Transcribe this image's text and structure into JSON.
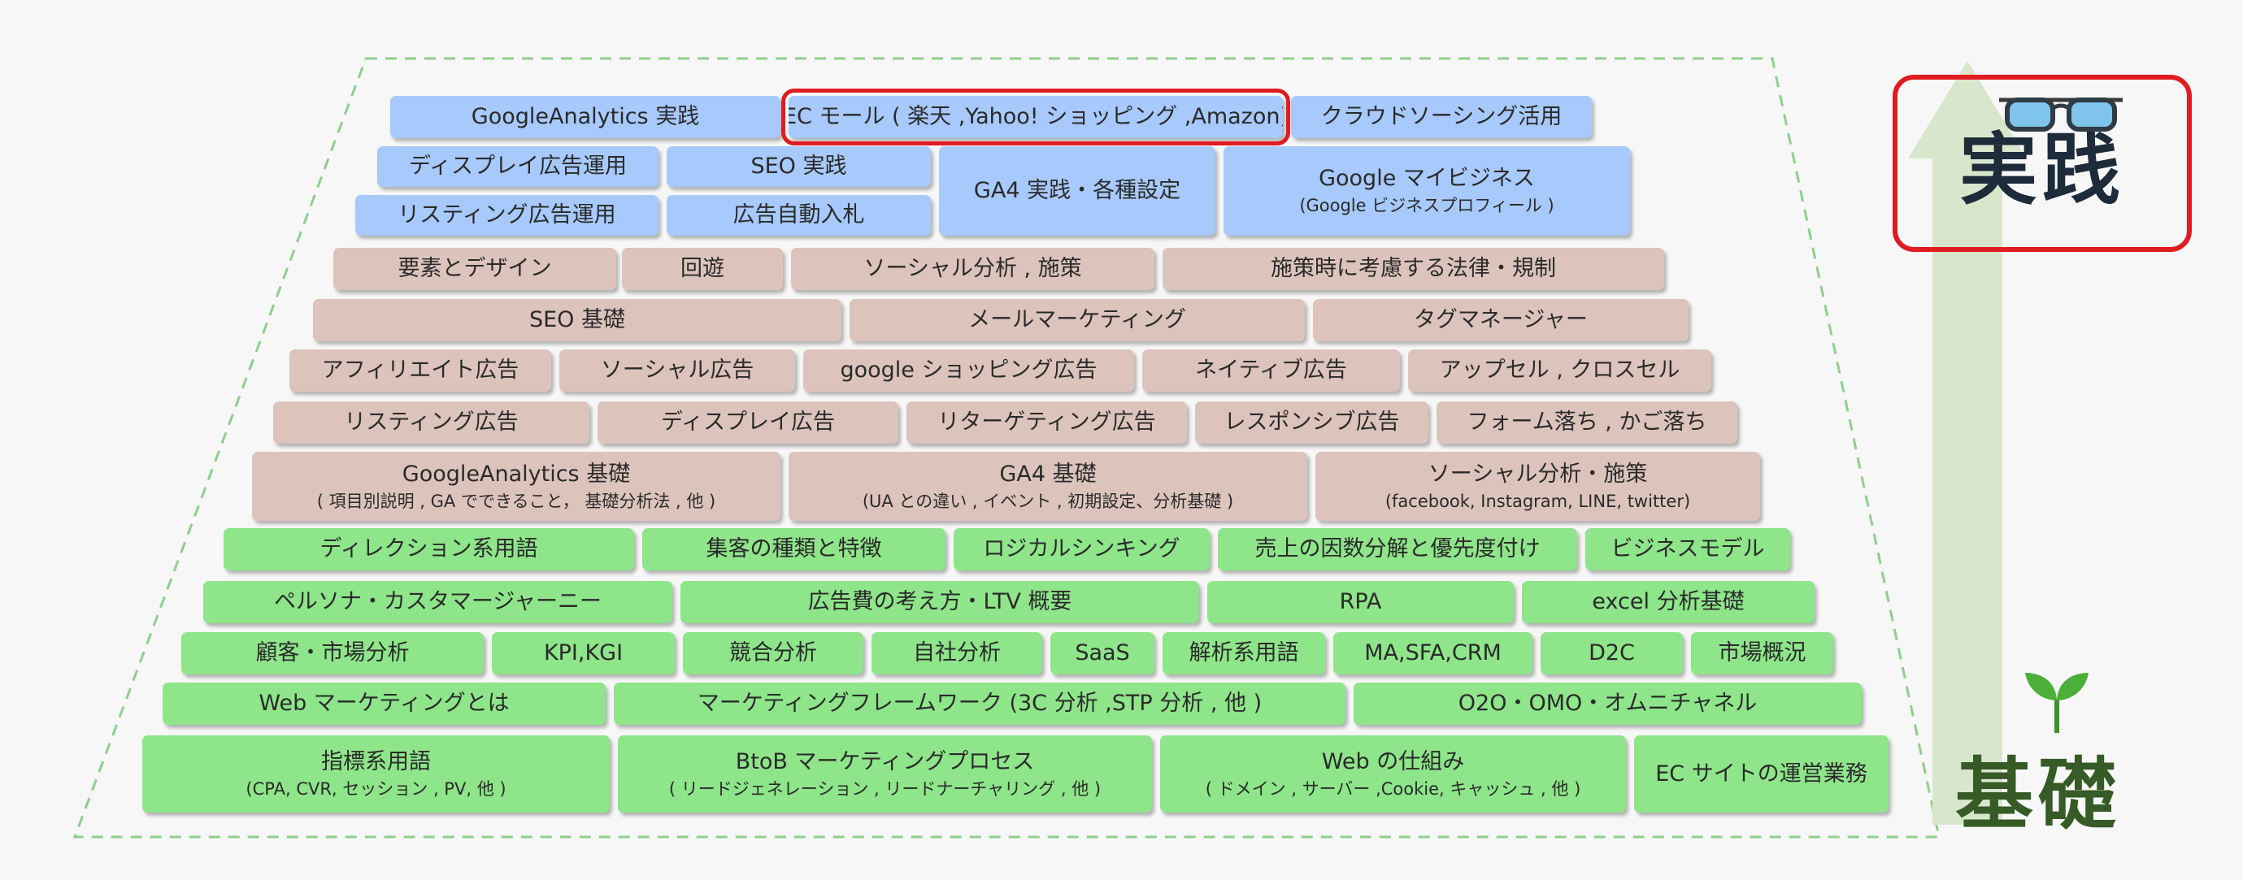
{
  "colors": {
    "practice_tier": "#a7c9fb",
    "intermediate_tier": "#dcc4bd",
    "foundation_tier": "#8ee58a",
    "highlight_border": "#e11b22",
    "frame_dash": "#8fcf8c",
    "arrow": "#d8e6cc"
  },
  "labels": {
    "practice": "実践",
    "foundation": "基礎"
  },
  "icons": {
    "top": "glasses-icon",
    "bottom": "sprout-icon"
  },
  "rows": [
    [
      {
        "name": "box-google-analytics-practice",
        "tier": "blue",
        "text": "GoogleAnalytics 実践"
      },
      {
        "name": "box-ec-mall",
        "tier": "blue",
        "text": "EC モール ( 楽天 ,Yahoo! ショッピング ,Amazon)",
        "highlight": true
      },
      {
        "name": "box-crowdsourcing",
        "tier": "blue",
        "text": "クラウドソーシング活用"
      }
    ],
    [
      {
        "name": "box-display-ad-operation",
        "tier": "blue",
        "text": "ディスプレイ広告運用"
      },
      {
        "name": "box-seo-practice",
        "tier": "blue",
        "text": "SEO 実践"
      },
      {
        "name": "box-ga4-practice",
        "tier": "blue",
        "text": "GA4 実践・各種設定"
      },
      {
        "name": "box-google-my-business",
        "tier": "blue",
        "text": "Google マイビジネス",
        "sub": "(Google ビジネスプロフィール )"
      }
    ],
    [
      {
        "name": "box-listing-ad-operation",
        "tier": "blue",
        "text": "リスティング広告運用"
      },
      {
        "name": "box-auto-bidding",
        "tier": "blue",
        "text": "広告自動入札"
      }
    ],
    [
      {
        "name": "box-elements-design",
        "tier": "brown",
        "text": "要素とデザイン"
      },
      {
        "name": "box-navigation",
        "tier": "brown",
        "text": "回遊"
      },
      {
        "name": "box-social-analysis-measures",
        "tier": "brown",
        "text": "ソーシャル分析 , 施策"
      },
      {
        "name": "box-laws-regulations",
        "tier": "brown",
        "text": "施策時に考慮する法律・規制"
      }
    ],
    [
      {
        "name": "box-seo-basics",
        "tier": "brown",
        "text": "SEO 基礎"
      },
      {
        "name": "box-email-marketing",
        "tier": "brown",
        "text": "メールマーケティング"
      },
      {
        "name": "box-tag-manager",
        "tier": "brown",
        "text": "タグマネージャー"
      }
    ],
    [
      {
        "name": "box-affiliate-ad",
        "tier": "brown",
        "text": "アフィリエイト広告"
      },
      {
        "name": "box-social-ad",
        "tier": "brown",
        "text": "ソーシャル広告"
      },
      {
        "name": "box-google-shopping-ad",
        "tier": "brown",
        "text": "google ショッピング広告"
      },
      {
        "name": "box-native-ad",
        "tier": "brown",
        "text": "ネイティブ広告"
      },
      {
        "name": "box-upsell-crosssell",
        "tier": "brown",
        "text": "アップセル , クロスセル"
      }
    ],
    [
      {
        "name": "box-listing-ad",
        "tier": "brown",
        "text": "リスティング広告"
      },
      {
        "name": "box-display-ad",
        "tier": "brown",
        "text": "ディスプレイ広告"
      },
      {
        "name": "box-retargeting-ad",
        "tier": "brown",
        "text": "リターゲティング広告"
      },
      {
        "name": "box-responsive-ad",
        "tier": "brown",
        "text": "レスポンシブ広告"
      },
      {
        "name": "box-form-dropoff",
        "tier": "brown",
        "text": "フォーム落ち , かご落ち"
      }
    ],
    [
      {
        "name": "box-google-analytics-basics",
        "tier": "brown",
        "text": "GoogleAnalytics 基礎",
        "sub": "( 項目別説明 , GA でできること， 基礎分析法 , 他 )"
      },
      {
        "name": "box-ga4-basics",
        "tier": "brown",
        "text": "GA4 基礎",
        "sub": "(UA との違い , イベント , 初期設定、分析基礎 )"
      },
      {
        "name": "box-social-analysis",
        "tier": "brown",
        "text": "ソーシャル分析・施策",
        "sub": "(facebook, Instagram, LINE, twitter)"
      }
    ],
    [
      {
        "name": "box-direction-terms",
        "tier": "green",
        "text": "ディレクション系用語"
      },
      {
        "name": "box-customer-acquisition",
        "tier": "green",
        "text": "集客の種類と特徴"
      },
      {
        "name": "box-logical-thinking",
        "tier": "green",
        "text": "ロジカルシンキング"
      },
      {
        "name": "box-sales-factor-analysis",
        "tier": "green",
        "text": "売上の因数分解と優先度付け"
      },
      {
        "name": "box-business-model",
        "tier": "green",
        "text": "ビジネスモデル"
      }
    ],
    [
      {
        "name": "box-persona-journey",
        "tier": "green",
        "text": "ペルソナ・カスタマージャーニー"
      },
      {
        "name": "box-ad-cost-ltv",
        "tier": "green",
        "text": "広告費の考え方・LTV 概要"
      },
      {
        "name": "box-rpa",
        "tier": "green",
        "text": "RPA"
      },
      {
        "name": "box-excel-analysis",
        "tier": "green",
        "text": "excel 分析基礎"
      }
    ],
    [
      {
        "name": "box-customer-market-analysis",
        "tier": "green",
        "text": "顧客・市場分析"
      },
      {
        "name": "box-kpi-kgi",
        "tier": "green",
        "text": "KPI,KGI"
      },
      {
        "name": "box-competitor-analysis",
        "tier": "green",
        "text": "競合分析"
      },
      {
        "name": "box-self-analysis",
        "tier": "green",
        "text": "自社分析"
      },
      {
        "name": "box-saas",
        "tier": "green",
        "text": "SaaS"
      },
      {
        "name": "box-analytics-terms",
        "tier": "green",
        "text": "解析系用語"
      },
      {
        "name": "box-ma-sfa-crm",
        "tier": "green",
        "text": "MA,SFA,CRM"
      },
      {
        "name": "box-d2c",
        "tier": "green",
        "text": "D2C"
      },
      {
        "name": "box-market-overview",
        "tier": "green",
        "text": "市場概況"
      }
    ],
    [
      {
        "name": "box-what-is-web-marketing",
        "tier": "green",
        "text": "Web マーケティングとは"
      },
      {
        "name": "box-marketing-framework",
        "tier": "green",
        "text": "マーケティングフレームワーク (3C 分析 ,STP 分析 , 他 )"
      },
      {
        "name": "box-o2o-omo",
        "tier": "green",
        "text": "O2O・OMO・オムニチャネル"
      }
    ],
    [
      {
        "name": "box-metric-terms",
        "tier": "green",
        "text": "指標系用語",
        "sub": "(CPA, CVR, セッション , PV, 他 )"
      },
      {
        "name": "box-btob-process",
        "tier": "green",
        "text": "BtoB マーケティングプロセス",
        "sub": "( リードジェネレーション , リードナーチャリング , 他 )"
      },
      {
        "name": "box-web-mechanism",
        "tier": "green",
        "text": "Web の仕組み",
        "sub": "( ドメイン , サーバー ,Cookie, キャッシュ , 他 )"
      },
      {
        "name": "box-ec-site-operations",
        "tier": "green",
        "text": "EC サイトの運営業務"
      }
    ]
  ]
}
